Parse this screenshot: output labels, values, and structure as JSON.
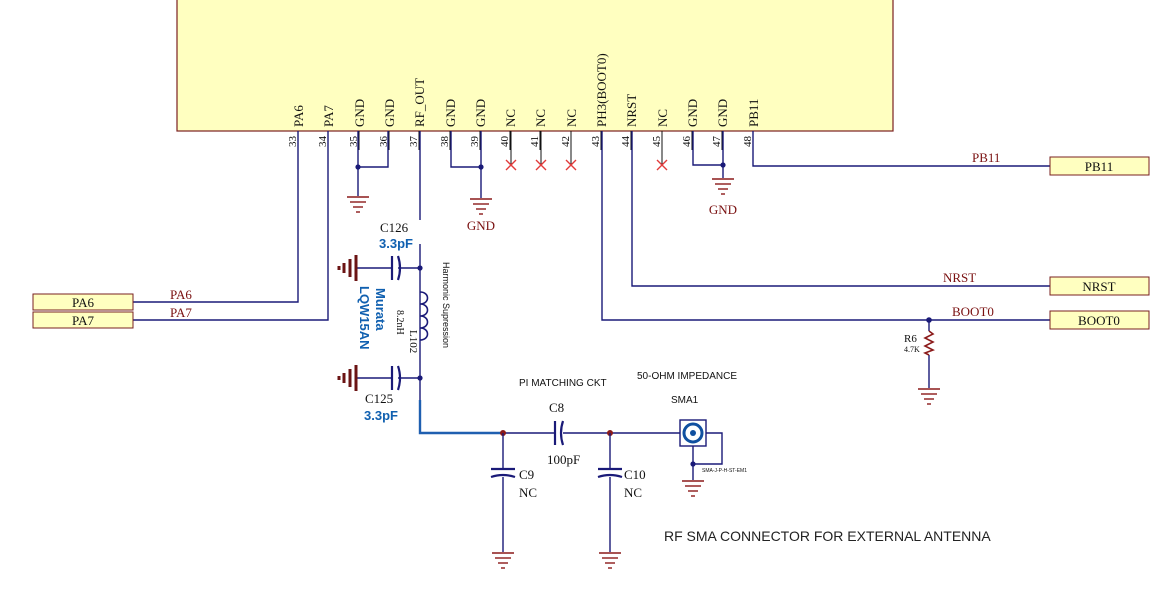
{
  "ic": {
    "pin_names": [
      "PA6",
      "PA7",
      "GND",
      "GND",
      "RF_OUT",
      "GND",
      "GND",
      "NC",
      "NC",
      "NC",
      "PH3(BOOT0)",
      "NRST",
      "NC",
      "GND",
      "GND",
      "PB11"
    ],
    "pin_numbers": [
      "33",
      "34",
      "35",
      "36",
      "37",
      "38",
      "39",
      "40",
      "41",
      "42",
      "43",
      "44",
      "45",
      "46",
      "47",
      "48"
    ]
  },
  "ports": {
    "pa6": "PA6",
    "pa7": "PA7",
    "pb11": "PB11",
    "nrst": "NRST",
    "boot0": "BOOT0"
  },
  "nets": {
    "pa6": "PA6",
    "pa7": "PA7",
    "pb11": "PB11",
    "nrst": "NRST",
    "boot0": "BOOT0"
  },
  "gnd_labels": [
    "GND",
    "GND"
  ],
  "components": {
    "c126": {
      "ref": "C126",
      "value": "3.3pF"
    },
    "c125": {
      "ref": "C125",
      "value": "3.3pF"
    },
    "l102": {
      "ref": "L102",
      "value": "8.2nH",
      "mfr": "Murata",
      "part": "LQW15AN"
    },
    "c8": {
      "ref": "C8",
      "value": "100pF"
    },
    "c9": {
      "ref": "C9",
      "value": "NC"
    },
    "c10": {
      "ref": "C10",
      "value": "NC"
    },
    "r6": {
      "ref": "R6",
      "value": "4.7K"
    },
    "sma1": {
      "ref": "SMA1",
      "part": "SMA-J-P-H-ST-EM1"
    }
  },
  "annotations": {
    "harmonic": "Harmonic Supression",
    "pi": "PI MATCHING CKT",
    "impedance": "50-OHM IMPEDANCE",
    "rf_title": "RF SMA CONNECTOR FOR EXTERNAL ANTENNA"
  }
}
